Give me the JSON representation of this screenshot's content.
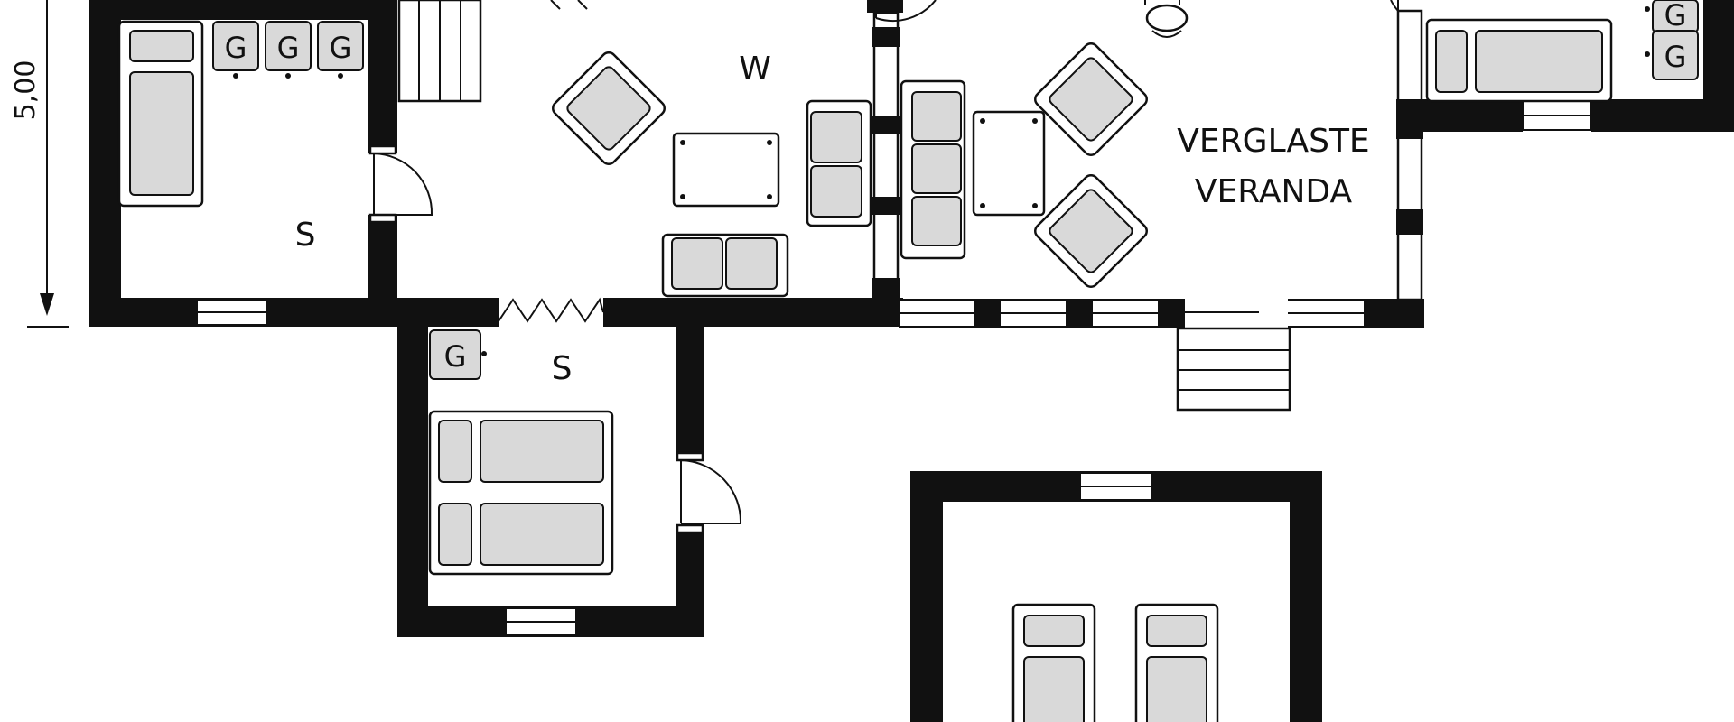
{
  "plan": {
    "dimension_label": "5,00",
    "rooms": {
      "living": "W",
      "bedroom_1": "S",
      "bedroom_2": "S",
      "veranda_line_1": "VERGLASTE",
      "veranda_line_2": "VERANDA"
    },
    "appliance_label": "G"
  }
}
